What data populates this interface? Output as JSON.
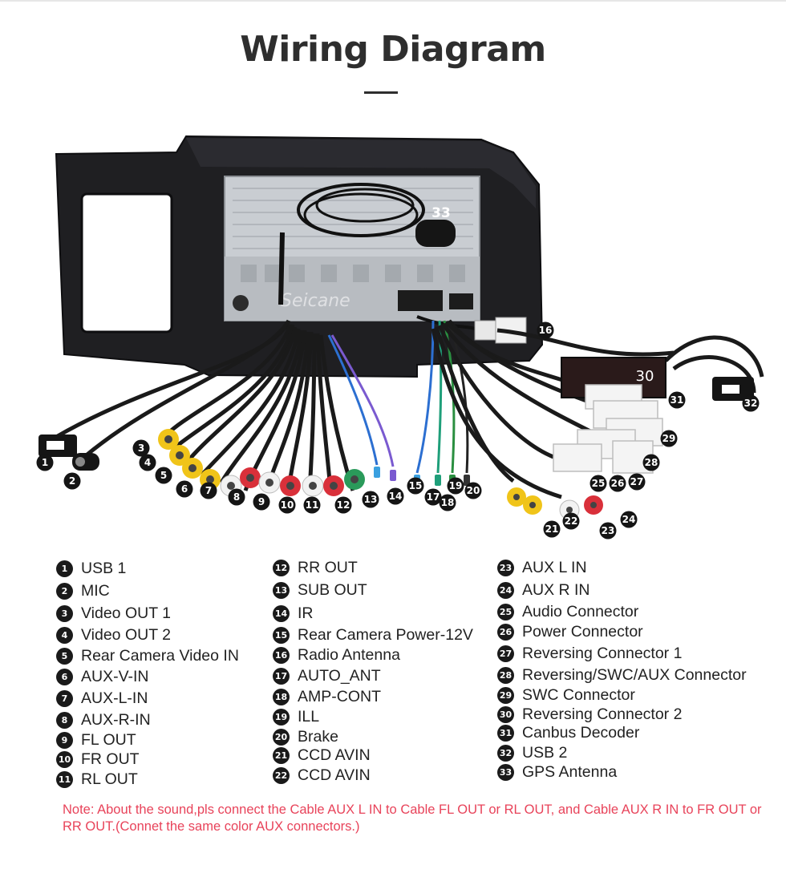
{
  "header": {
    "title": "Wiring Diagram"
  },
  "diagram": {
    "watermark": "Seicane",
    "label_30": "30",
    "label_33": "33",
    "callouts": [
      "1",
      "2",
      "3",
      "4",
      "5",
      "6",
      "7",
      "8",
      "9",
      "10",
      "11",
      "12",
      "13",
      "14",
      "15",
      "16",
      "17",
      "18",
      "19",
      "20",
      "21",
      "22",
      "23",
      "24",
      "25",
      "26",
      "27",
      "28",
      "29",
      "31",
      "32"
    ]
  },
  "legend": [
    [
      {
        "num": "1",
        "label": "USB 1"
      },
      {
        "num": "2",
        "label": "MIC"
      },
      {
        "num": "3",
        "label": "Video OUT 1"
      },
      {
        "num": "4",
        "label": "Video OUT 2"
      },
      {
        "num": "5",
        "label": "Rear Camera Video IN"
      },
      {
        "num": "6",
        "label": "AUX-V-IN"
      },
      {
        "num": "7",
        "label": "AUX-L-IN"
      },
      {
        "num": "8",
        "label": "AUX-R-IN"
      },
      {
        "num": "9",
        "label": "FL OUT"
      },
      {
        "num": "10",
        "label": "FR OUT"
      },
      {
        "num": "11",
        "label": "RL OUT"
      }
    ],
    [
      {
        "num": "12",
        "label": "RR OUT"
      },
      {
        "num": "13",
        "label": "SUB OUT"
      },
      {
        "num": "14",
        "label": "IR"
      },
      {
        "num": "15",
        "label": "Rear Camera Power-12V"
      },
      {
        "num": "16",
        "label": "Radio Antenna"
      },
      {
        "num": "17",
        "label": "AUTO_ANT"
      },
      {
        "num": "18",
        "label": "AMP-CONT"
      },
      {
        "num": "19",
        "label": "ILL"
      },
      {
        "num": "20",
        "label": "Brake"
      },
      {
        "num": "21",
        "label": "CCD AVIN"
      },
      {
        "num": "22",
        "label": "CCD AVIN"
      }
    ],
    [
      {
        "num": "23",
        "label": "AUX L IN"
      },
      {
        "num": "24",
        "label": "AUX R IN"
      },
      {
        "num": "25",
        "label": "Audio Connector"
      },
      {
        "num": "26",
        "label": "Power Connector"
      },
      {
        "num": "27",
        "label": "Reversing Connector 1"
      },
      {
        "num": "28",
        "label": "Reversing/SWC/AUX Connector"
      },
      {
        "num": "29",
        "label": "SWC Connector"
      },
      {
        "num": "30",
        "label": "Reversing Connector 2"
      },
      {
        "num": "31",
        "label": "Canbus Decoder"
      },
      {
        "num": "32",
        "label": "USB 2"
      },
      {
        "num": "33",
        "label": "GPS Antenna"
      }
    ]
  ],
  "note": "Note: About the sound,pls connect the Cable AUX L IN to Cable FL OUT or RL OUT, and Cable AUX R IN to FR OUT or RR OUT.(Connet the same color AUX connectors.)",
  "colors": {
    "title": "#2e2e2e",
    "badge": "#1a1a1a",
    "note": "#e8435a",
    "rca_yellow": "#f0c419",
    "rca_red": "#d9303a",
    "rca_white": "#f2f2f2",
    "rca_green": "#2a9a5a"
  }
}
